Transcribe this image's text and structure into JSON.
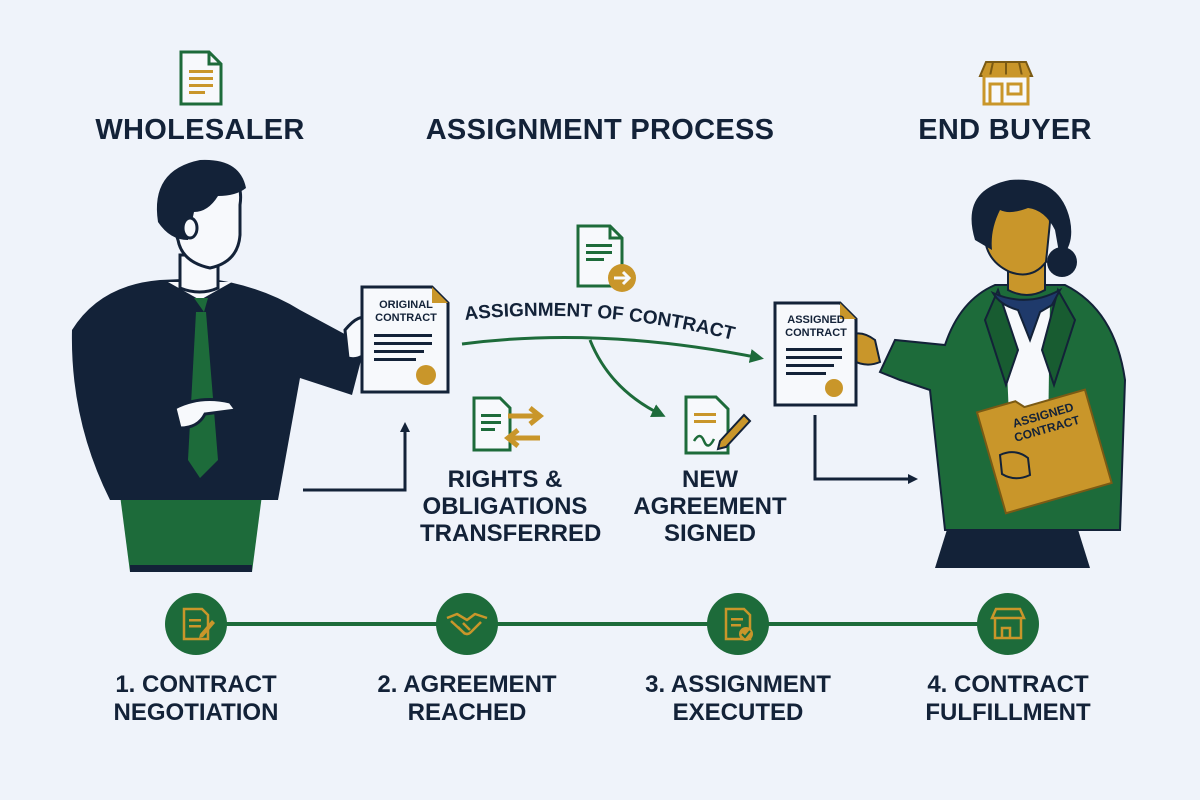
{
  "headings": {
    "wholesaler": "WHOLESALER",
    "process": "ASSIGNMENT PROCESS",
    "end_buyer": "END BUYER"
  },
  "documents": {
    "original_line1": "ORIGINAL",
    "original_line2": "CONTRACT",
    "assigned_line1": "ASSIGNED",
    "assigned_line2": "CONTRACT",
    "folder_line1": "ASSIGNED",
    "folder_line2": "CONTRACT"
  },
  "flow": {
    "assignment_label": "ASSIGNMENT OF CONTRACT",
    "rights_line1": "RIGHTS &",
    "rights_line2": "OBLIGATIONS",
    "rights_line3": "TRANSFERRED",
    "new_line1": "NEW",
    "new_line2": "AGREEMENT",
    "new_line3": "SIGNED"
  },
  "timeline": {
    "steps": [
      {
        "line1": "1. CONTRACT",
        "line2": "NEGOTIATION",
        "icon": "document-edit-icon"
      },
      {
        "line1": "2. AGREEMENT",
        "line2": "REACHED",
        "icon": "handshake-icon"
      },
      {
        "line1": "3. ASSIGNMENT",
        "line2": "EXECUTED",
        "icon": "document-check-icon"
      },
      {
        "line1": "4. CONTRACT",
        "line2": "FULFILLMENT",
        "icon": "storefront-icon"
      }
    ]
  },
  "colors": {
    "navy": "#132238",
    "green": "#1d6b3a",
    "gold": "#c9962a",
    "background": "#eff3fa"
  }
}
